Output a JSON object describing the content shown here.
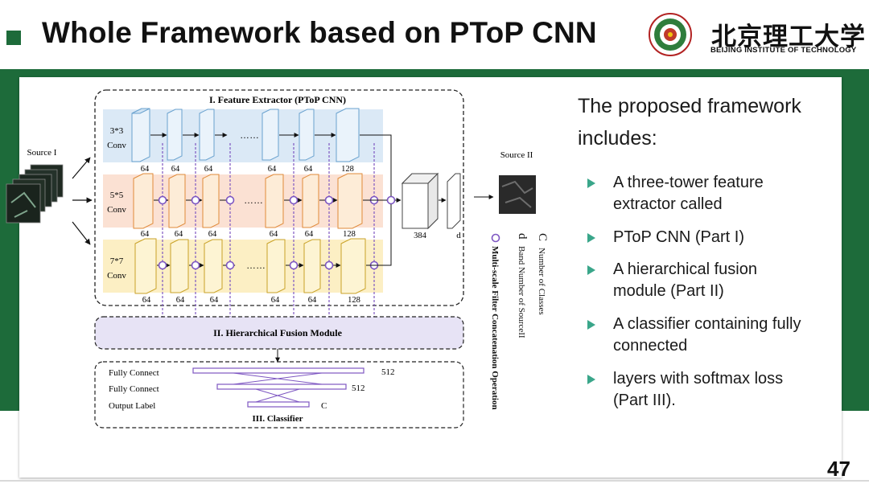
{
  "slide": {
    "title": "Whole Framework based on PToP CNN",
    "page_number": "47",
    "colors": {
      "brand_green": "#1d6b3a",
      "bullet_teal": "#3aa68a"
    }
  },
  "logo": {
    "university_cn": "北京理工大学",
    "university_en": "BEIJING INSTITUTE OF TECHNOLOGY"
  },
  "text_panel": {
    "heading_lines": [
      "The proposed framework",
      "includes:"
    ],
    "bullets": [
      {
        "lines": [
          "A three-tower feature",
          "extractor called"
        ]
      },
      {
        "lines": [
          "PToP CNN (Part I)"
        ]
      },
      {
        "lines": [
          "A hierarchical fusion",
          "module (Part II)"
        ]
      },
      {
        "lines": [
          "A classifier containing fully",
          "connected"
        ]
      },
      {
        "lines": [
          "layers with softmax loss",
          "(Part III)."
        ]
      }
    ]
  },
  "diagram": {
    "source1_label": "Source I",
    "source2_label": "Source II",
    "feature_extractor_title": "I. Feature Extractor (PToP CNN)",
    "fusion_title": "II. Hierarchical Fusion Module",
    "classifier_title": "III. Classifier",
    "conv_rows": [
      {
        "label_1": "3*3",
        "label_2": "Conv",
        "channels": [
          "64",
          "64",
          "64",
          "64",
          "64",
          "128"
        ]
      },
      {
        "label_1": "5*5",
        "label_2": "Conv",
        "channels": [
          "64",
          "64",
          "64",
          "64",
          "64",
          "128"
        ]
      },
      {
        "label_1": "7*7",
        "label_2": "Conv",
        "channels": [
          "64",
          "64",
          "64",
          "64",
          "64",
          "128"
        ]
      }
    ],
    "dots": "……",
    "concat_channels": "384",
    "output_dim": "d",
    "classifier_rows": [
      {
        "label": "Fully Connect",
        "size": "512"
      },
      {
        "label": "Fully Connect",
        "size": "512"
      },
      {
        "label": "Output Label",
        "size": "C"
      }
    ],
    "legend": [
      {
        "symbol": "C",
        "text": "Number of Classes"
      },
      {
        "symbol": "d",
        "text": "Band Number of SourceII"
      },
      {
        "symbol": "⊕",
        "text": "Multi-scale Filter Concatenation Operation"
      }
    ]
  }
}
